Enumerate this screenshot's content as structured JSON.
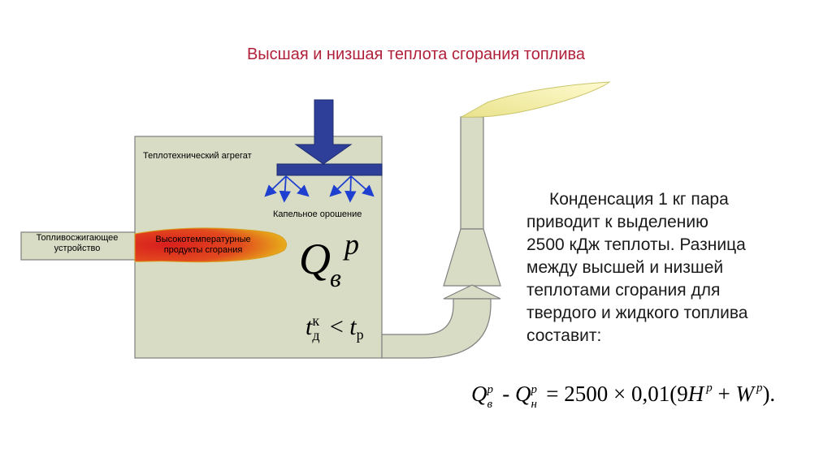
{
  "title": "Высшая и низшая теплота сгорания топлива",
  "labels": {
    "aggregate": "Теплотехнический агрегат",
    "drip": "Капельное орошение",
    "burner_line1": "Топливосжигающее",
    "burner_line2": "устройство",
    "flame_line1": "Высокотемпературные",
    "flame_line2": "продукты сгорания"
  },
  "paragraph": {
    "lines": [
      "Конденсация 1 кг пара",
      "приводит к выделению",
      "2500 кДж теплоты. Разница",
      "между высшей и низшей",
      "теплотами сгорания для",
      "твердого и жидкого топлива",
      "составит:"
    ]
  },
  "math": {
    "q_symbol": "Q",
    "q_sup": "p",
    "q_sub": "в",
    "t_symbol": "t",
    "t_left_sub": "д",
    "t_left_sup": "к",
    "relation": "<",
    "t_right_sub": "р",
    "formula": {
      "q": "Q",
      "sup_p": "p",
      "sub_v": "в",
      "minus": " - ",
      "sub_n": "н",
      "equals_value": " = 2500 × 0,01(9",
      "h": "H",
      "plus": " + ",
      "w": "W",
      "tail": ")."
    }
  },
  "colors": {
    "title": "#b0203a",
    "vessel_fill": "#d8dcc5",
    "vessel_stroke": "#7f7f7f",
    "arrow_blue": "#2e3f9a",
    "spray_blue": "#1f3fd0",
    "flame_outer": "#e6a21a",
    "flame_inner": "#d91e1e",
    "chimney_flame": "#f4f06a"
  }
}
